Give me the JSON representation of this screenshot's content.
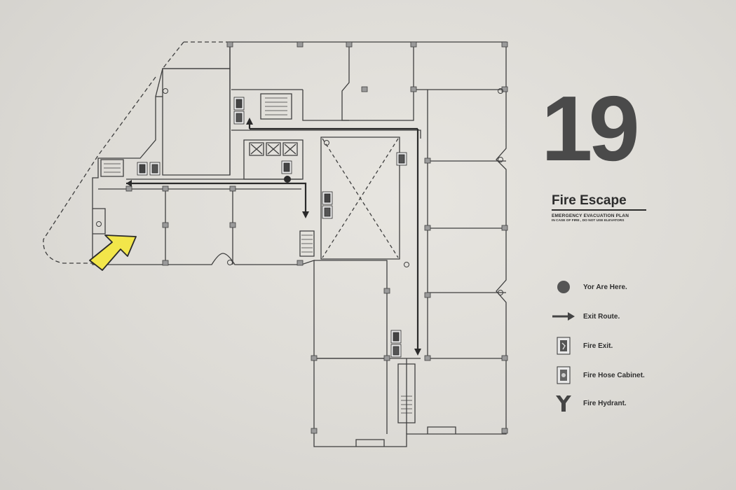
{
  "floor_number": "19",
  "title": "Fire Escape",
  "subtitle": "EMERGENCY EVACUATION PLAN",
  "note": "IN CASE OF FIRE , DO NOT USE ELEVATORS",
  "legend": [
    {
      "icon": "you-are-here-dot-icon",
      "label": "Yor Are Here."
    },
    {
      "icon": "exit-route-arrow-icon",
      "label": "Exit Route."
    },
    {
      "icon": "fire-exit-icon",
      "label": "Fire Exit."
    },
    {
      "icon": "fire-hose-cabinet-icon",
      "label": "Fire Hose Cabinet."
    },
    {
      "icon": "fire-hydrant-icon",
      "label": "Fire Hydrant."
    }
  ],
  "colors": {
    "background": "#dddbd6",
    "lines": "#3a3a3a",
    "you_are_here_marker": "#f2e64a",
    "text": "#2c2c2c"
  }
}
